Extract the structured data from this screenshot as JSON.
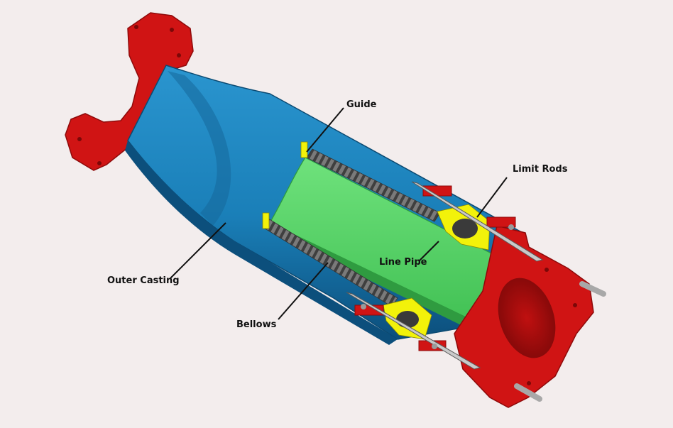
{
  "labels": {
    "guide": "Guide",
    "limit_rods": "Limit Rods",
    "line_pipe": "Line Pipe",
    "outer_casting": "Outer Casting",
    "bellows": "Bellows"
  },
  "colors": {
    "background": "#f3eded",
    "flange_red": "#d01414",
    "flange_dark": "#8e0a0a",
    "outer_casting_blue": "#1a7fb8",
    "outer_casting_dark": "#0c4f7c",
    "line_pipe_green": "#55d465",
    "guide_yellow": "#f2f20a",
    "bellows_grey": "#6b6b6b",
    "rod_silver": "#b8b8b8",
    "leader_line": "#111111"
  }
}
